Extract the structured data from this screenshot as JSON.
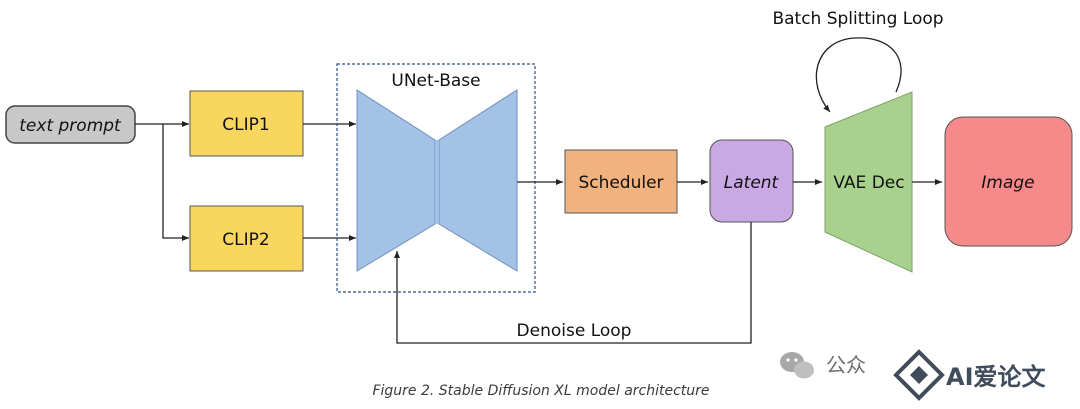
{
  "diagram": {
    "nodes": {
      "text_prompt": "text prompt",
      "clip1": "CLIP1",
      "clip2": "CLIP2",
      "unet": "UNet-Base",
      "scheduler": "Scheduler",
      "latent": "Latent",
      "vae": "VAE Dec",
      "image": "Image"
    },
    "loops": {
      "batch": "Batch Splitting Loop",
      "denoise": "Denoise Loop"
    },
    "caption": "Figure 2. Stable Diffusion XL model architecture"
  },
  "watermark": {
    "text1": "公众",
    "text2": "AI爱论文"
  },
  "colors": {
    "text_prompt_fill": "#c8c8c8",
    "clip_fill": "#f9d75e",
    "unet_fill": "#a4c2e6",
    "scheduler_fill": "#f0b27f",
    "latent_fill": "#c9a8e4",
    "vae_fill": "#a7d18c",
    "image_fill": "#f7898a"
  }
}
